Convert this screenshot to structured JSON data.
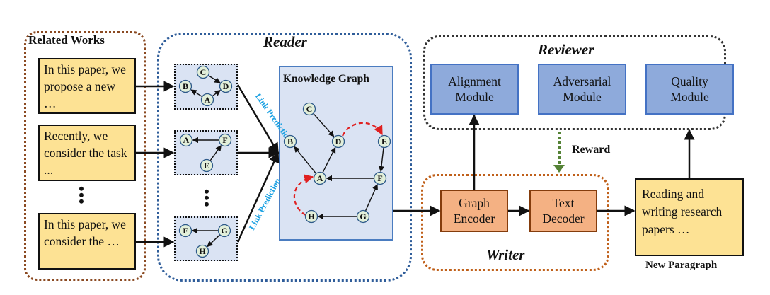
{
  "groups": {
    "related_works": {
      "title": "Related Works",
      "color": "#8b4a22"
    },
    "reader": {
      "title": "Reader",
      "color": "#2f5d9a"
    },
    "reviewer": {
      "title": "Reviewer",
      "color": "#333333"
    },
    "writer": {
      "title": "Writer",
      "color": "#c0601a"
    }
  },
  "related_papers": [
    {
      "text": "In this paper, we propose a new …"
    },
    {
      "text": "Recently, we consider the task ..."
    },
    {
      "text": "In this paper, we consider the …"
    }
  ],
  "ellipsis": "⋮",
  "subgraphs": [
    {
      "nodes": [
        "C",
        "B",
        "D",
        "A"
      ],
      "edges": [
        [
          "C",
          "D"
        ],
        [
          "A",
          "B"
        ],
        [
          "A",
          "D"
        ]
      ]
    },
    {
      "nodes": [
        "A",
        "F",
        "E"
      ],
      "edges": [
        [
          "F",
          "A"
        ],
        [
          "E",
          "F"
        ]
      ]
    },
    {
      "nodes": [
        "F",
        "G",
        "H"
      ],
      "edges": [
        [
          "G",
          "F"
        ],
        [
          "G",
          "H"
        ]
      ]
    }
  ],
  "link_prediction_label": "Link Prediction",
  "knowledge_graph": {
    "title": "Knowledge Graph",
    "nodes": [
      "C",
      "B",
      "D",
      "E",
      "A",
      "F",
      "H",
      "G"
    ],
    "edges": [
      [
        "C",
        "D"
      ],
      [
        "A",
        "B"
      ],
      [
        "A",
        "D"
      ],
      [
        "E",
        "F"
      ],
      [
        "F",
        "A"
      ],
      [
        "G",
        "F"
      ],
      [
        "G",
        "H"
      ]
    ],
    "predicted_edges": [
      [
        "D",
        "E"
      ],
      [
        "H",
        "A"
      ]
    ],
    "predicted_edge_color": "#e02020"
  },
  "reviewer_modules": [
    {
      "line1": "Alignment",
      "line2": "Module"
    },
    {
      "line1": "Adversarial",
      "line2": "Module"
    },
    {
      "line1": "Quality",
      "line2": "Module"
    }
  ],
  "reward_label": "Reward",
  "reward_color": "#548235",
  "writer_modules": [
    {
      "line1": "Graph",
      "line2": "Encoder"
    },
    {
      "line1": "Text",
      "line2": "Decoder"
    }
  ],
  "new_paragraph": {
    "text": "Reading and writing research papers …",
    "label": "New Paragraph"
  }
}
